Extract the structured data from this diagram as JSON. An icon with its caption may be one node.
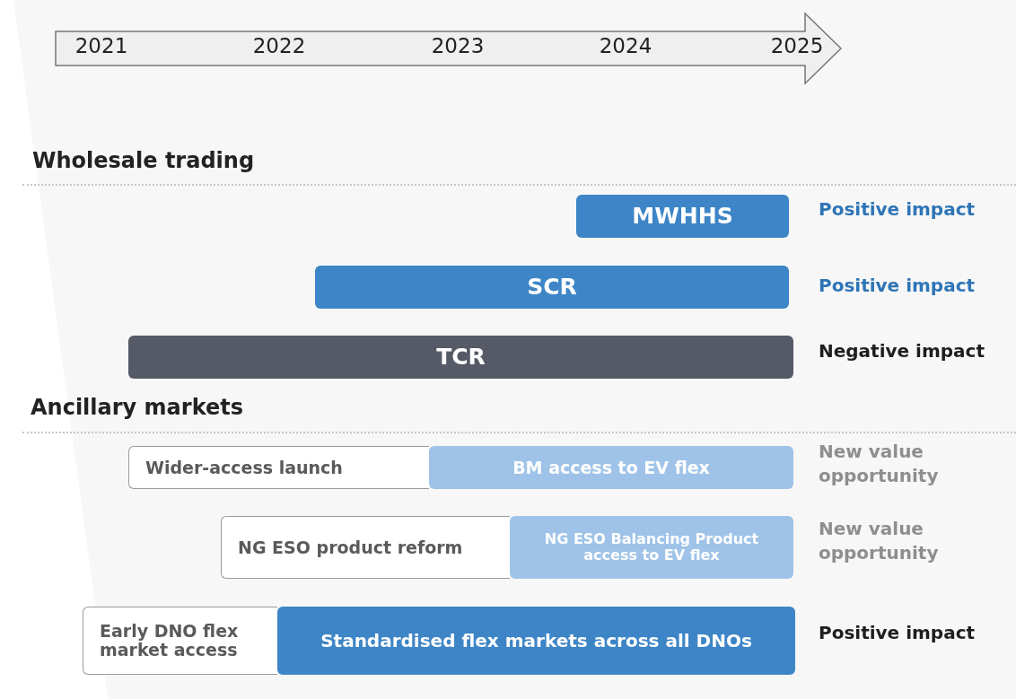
{
  "diagram": {
    "nodes": [
      {
        "text": [
          "MWHHS"
        ],
        "beside": [
          "Positive impact"
        ]
      },
      {
        "text": [
          "SCR"
        ],
        "beside": [
          "Positive impact"
        ]
      },
      {
        "text": [
          "TCR"
        ],
        "beside": [
          "Negative impact"
        ]
      },
      {
        "text": [
          "Wider-access launch"
        ]
      },
      {
        "text": [
          "BM access to EV flex"
        ],
        "beside": [
          "New value opportunity"
        ]
      },
      {
        "text": [
          "NG ESO product reform"
        ]
      },
      {
        "text": [
          "NG ESO Balancing Product access to EV flex"
        ],
        "beside": [
          "New value opportunity"
        ]
      },
      {
        "text": [
          "Early DNO flex market access"
        ]
      },
      {
        "text": [
          "Standardised flex markets across all DNOs"
        ],
        "beside": [
          "Positive impact"
        ]
      }
    ],
    "labels": [
      "2021",
      "2022",
      "2023",
      "2024",
      "2025",
      "Wholesale trading",
      "Ancillary markets"
    ]
  }
}
